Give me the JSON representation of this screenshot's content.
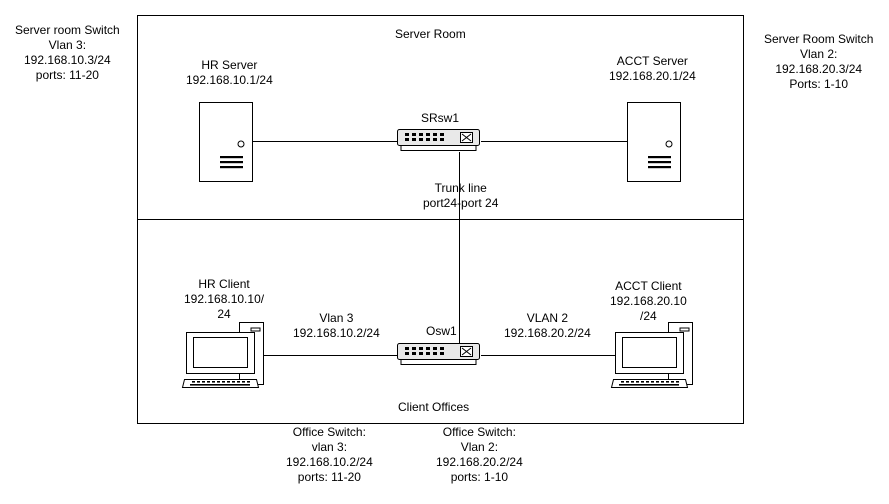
{
  "rooms": {
    "server_room": "Server Room",
    "client_offices": "Client Offices"
  },
  "devices": {
    "hr_server": {
      "name": "HR Server",
      "ip": "192.168.10.1/24"
    },
    "acct_server": {
      "name": "ACCT Server",
      "ip": "192.168.20.1/24"
    },
    "server_switch": {
      "name": "SRsw1"
    },
    "office_switch": {
      "name": "Osw1"
    },
    "hr_client": {
      "name": "HR Client",
      "ip_line1": "192.168.10.10/",
      "ip_line2": "24"
    },
    "acct_client": {
      "name": "ACCT Client",
      "ip_line1": "192.168.20.10",
      "ip_line2": "/24"
    }
  },
  "links": {
    "trunk": {
      "line1": "Trunk line",
      "line2": "port24-port 24"
    },
    "vlan3": {
      "line1": "Vlan 3",
      "line2": "192.168.10.2/24"
    },
    "vlan2": {
      "line1": "VLAN 2",
      "line2": "192.168.20.2/24"
    }
  },
  "notes": {
    "server_room_switch_vlan3": [
      "Server room Switch",
      "Vlan 3:",
      "192.168.10.3/24",
      "ports: 11-20"
    ],
    "server_room_switch_vlan2": [
      "Server Room Switch",
      "Vlan 2:",
      "192.168.20.3/24",
      "Ports: 1-10"
    ],
    "office_switch_vlan3": [
      "Office Switch:",
      "vlan 3:",
      "192.168.10.2/24",
      "ports: 11-20"
    ],
    "office_switch_vlan2": [
      "Office Switch:",
      "Vlan 2:",
      "192.168.20.2/24",
      "ports: 1-10"
    ]
  },
  "colors": {
    "line": "#000000",
    "device_fill": "#ffffff",
    "switch_fill": "#e9e9e9"
  }
}
